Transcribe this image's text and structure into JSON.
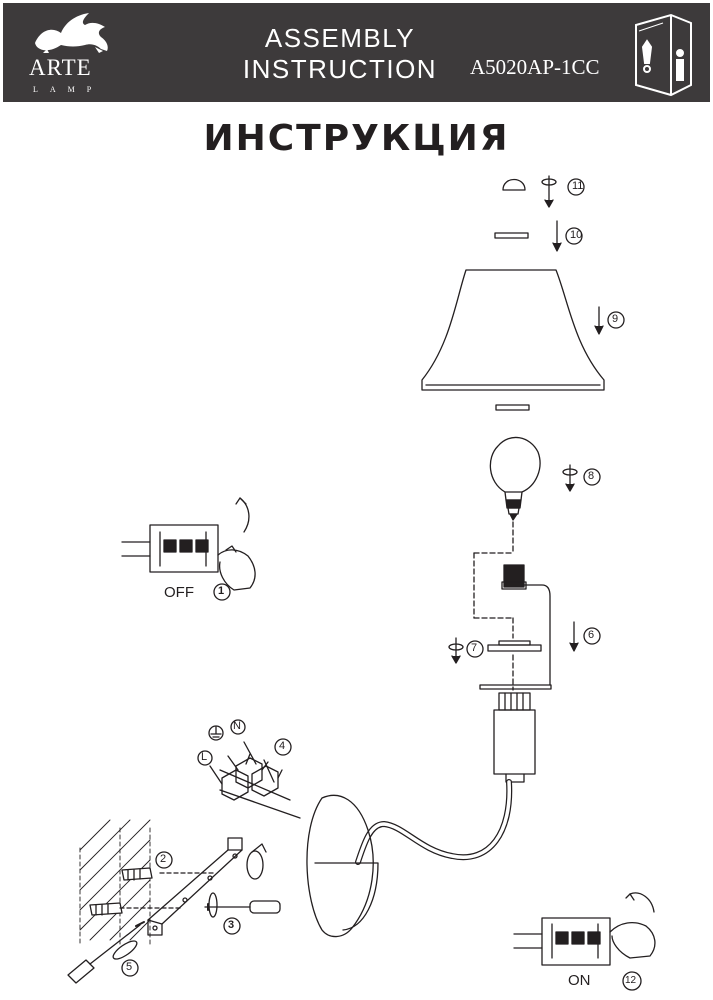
{
  "header": {
    "brand": "ARTE",
    "brand_sub": "LAMP",
    "title_line1": "ASSEMBLY",
    "title_line2": "INSTRUCTION",
    "model": "A5020AP-1CC",
    "colors": {
      "background": "#3d3a3b",
      "text": "#ffffff"
    },
    "icons": [
      "lion-logo-icon",
      "manual-book-icon"
    ]
  },
  "title": "ИНСТРУКЦИЯ",
  "switch_off": {
    "label": "OFF",
    "step": "1"
  },
  "switch_on": {
    "label": "ON",
    "step": "12"
  },
  "wire_labels": {
    "neutral": "N",
    "live": "L"
  },
  "steps": [
    "2",
    "3",
    "4",
    "5",
    "6",
    "7",
    "8",
    "9",
    "10",
    "11"
  ]
}
